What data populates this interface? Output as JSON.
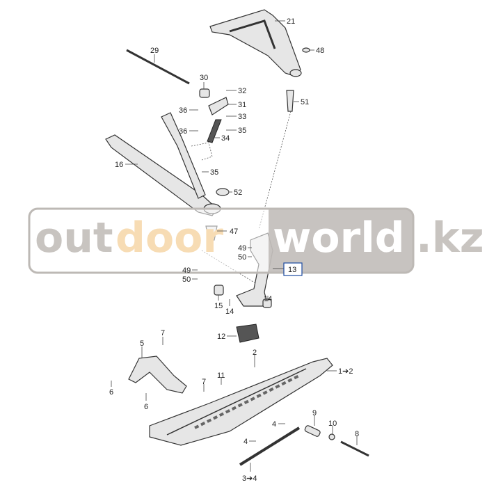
{
  "watermark": {
    "part1": "out",
    "part2": "door",
    "part3": "world",
    "part4": ".kz"
  },
  "colors": {
    "watermark_gray": "#c8c4c0",
    "watermark_orange": "#f7dcb4",
    "watermark_box": "#bdb9b5"
  },
  "callouts": {
    "c21": "21",
    "c48": "48",
    "c29": "29",
    "c30": "30",
    "c32": "32",
    "c31": "31",
    "c33": "33",
    "c36a": "36",
    "c36b": "36",
    "c35a": "35",
    "c34": "34",
    "c16": "16",
    "c35b": "35",
    "c52": "52",
    "c47": "47",
    "c51": "51",
    "c49a": "49",
    "c50a": "50",
    "c13": "13",
    "c49b": "49",
    "c50b": "50",
    "c15": "15",
    "c14a": "14",
    "c14b": "14",
    "c12": "12",
    "c7a": "7",
    "c5": "5",
    "c2": "2",
    "c11": "11",
    "c7b": "7",
    "c6a": "6",
    "c6b": "6",
    "c1": "1➔2",
    "c9": "9",
    "c10": "10",
    "c8": "8",
    "c4a": "4",
    "c4b": "4",
    "c3": "3➔4"
  }
}
